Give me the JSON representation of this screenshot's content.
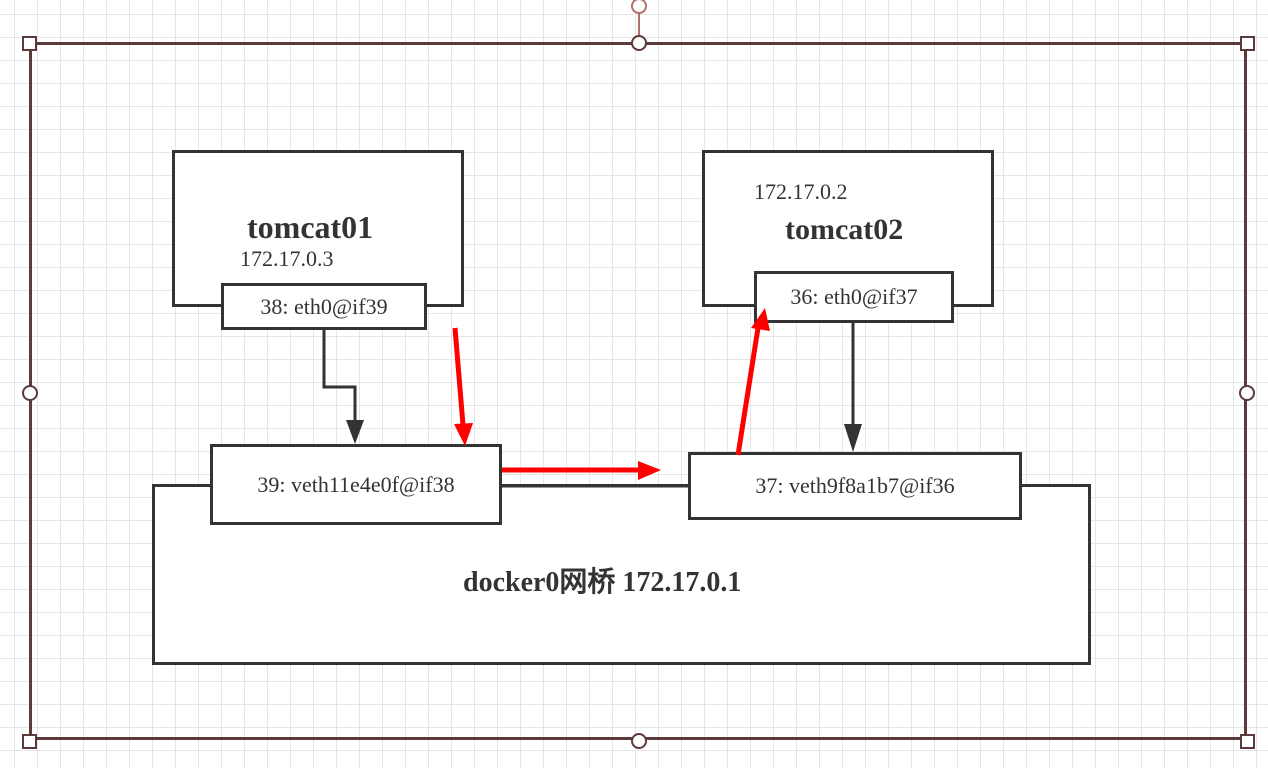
{
  "tomcat01": {
    "name": "tomcat01",
    "ip": "172.17.0.3",
    "iface": "38: eth0@if39"
  },
  "tomcat02": {
    "name": "tomcat02",
    "ip": "172.17.0.2",
    "iface": "36: eth0@if37"
  },
  "bridge": {
    "label": "docker0网桥 172.17.0.1",
    "veth_left": "39: veth11e4e0f@if38",
    "veth_right": "37: veth9f8a1b7@if36"
  },
  "colors": {
    "stroke": "#333333",
    "packet_path": "#ff0000",
    "selection_frame": "#5a3a3a",
    "grid": "#e6e6e6"
  }
}
